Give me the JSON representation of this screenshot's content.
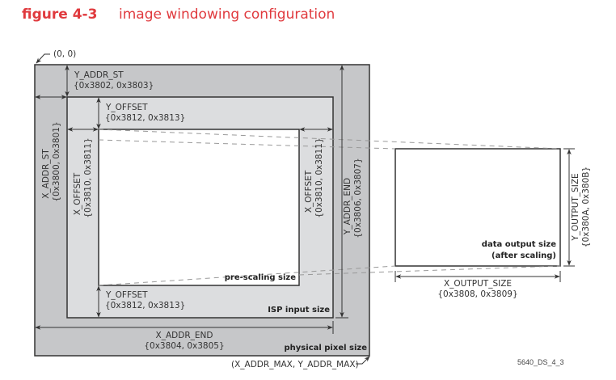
{
  "figure": {
    "number": "figure 4-3",
    "caption": "image windowing configuration",
    "accent_color": "#e03a3e",
    "ref_id": "5640_DS_4_3"
  },
  "origin": {
    "top_left": "(0, 0)",
    "bottom_right": "(X_ADDR_MAX, Y_ADDR_MAX)"
  },
  "regions": {
    "physical": {
      "label": "physical pixel size",
      "color": "#c6c7c9"
    },
    "isp_input": {
      "label": "ISP input size",
      "color": "#dcdddf"
    },
    "pre_scaling": {
      "label": "pre-scaling size",
      "color": "#ffffff"
    },
    "output": {
      "label_line1": "data output size",
      "label_line2": "(after scaling)",
      "color": "#ffffff"
    }
  },
  "dimensions": {
    "y_addr_st": {
      "name": "Y_ADDR_ST",
      "regs": "{0x3802, 0x3803}"
    },
    "x_addr_st": {
      "name": "X_ADDR_ST",
      "regs": "{0x3800, 0x3801}"
    },
    "y_offset_top": {
      "name": "Y_OFFSET",
      "regs": "{0x3812, 0x3813}"
    },
    "y_offset_bottom": {
      "name": "Y_OFFSET",
      "regs": "{0x3812, 0x3813}"
    },
    "x_offset_left": {
      "name": "X_OFFSET",
      "regs": "{0x3810, 0x3811}"
    },
    "x_offset_right": {
      "name": "X_OFFSET",
      "regs": "{0x3810, 0x3811}"
    },
    "y_addr_end": {
      "name": "Y_ADDR_END",
      "regs": "{0x3806, 0x3807}"
    },
    "x_addr_end": {
      "name": "X_ADDR_END",
      "regs": "{0x3804, 0x3805}"
    },
    "x_output_size": {
      "name": "X_OUTPUT_SIZE",
      "regs": "{0x3808, 0x3809}"
    },
    "y_output_size": {
      "name": "Y_OUTPUT_SIZE",
      "regs": "{0x380A, 0x380B}"
    }
  }
}
